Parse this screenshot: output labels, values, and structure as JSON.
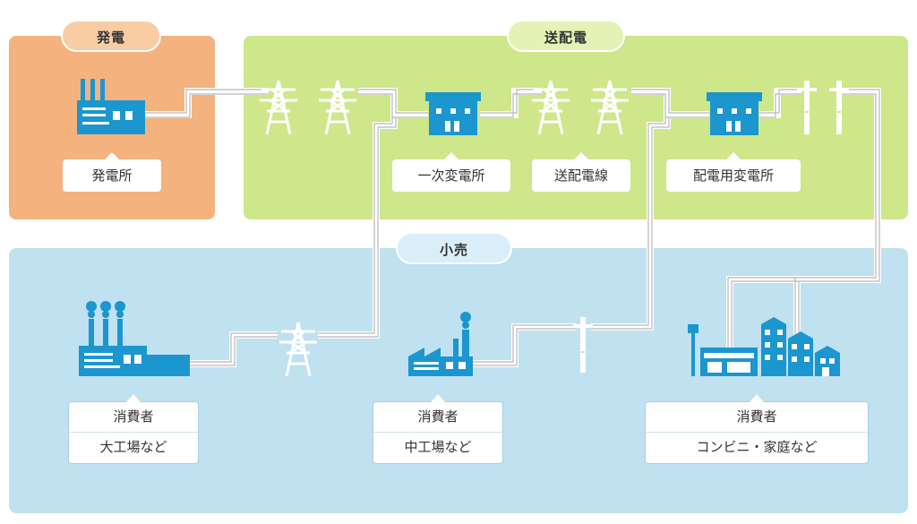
{
  "zones": {
    "generation": {
      "title": "発電",
      "color": "#f4b27f"
    },
    "transmission": {
      "title": "送配電",
      "color": "#cde78a"
    },
    "retail": {
      "title": "小売",
      "color": "#bfe1f0"
    }
  },
  "labels": {
    "power_plant": "発電所",
    "primary_substation": "一次変電所",
    "transmission_line": "送配電線",
    "distribution_substation": "配電用変電所"
  },
  "consumers": [
    {
      "heading": "消費者",
      "name": "大工場など"
    },
    {
      "heading": "消費者",
      "name": "中工場など"
    },
    {
      "heading": "消費者",
      "name": "コンビニ・家庭など"
    }
  ],
  "icons": [
    "power-plant-icon",
    "pylon-icon",
    "substation-icon",
    "utility-pole-icon",
    "large-factory-icon",
    "medium-factory-icon",
    "houses-store-icon"
  ],
  "colors": {
    "icon_blue": "#1b96cf",
    "wire": "#b7b7b7"
  }
}
